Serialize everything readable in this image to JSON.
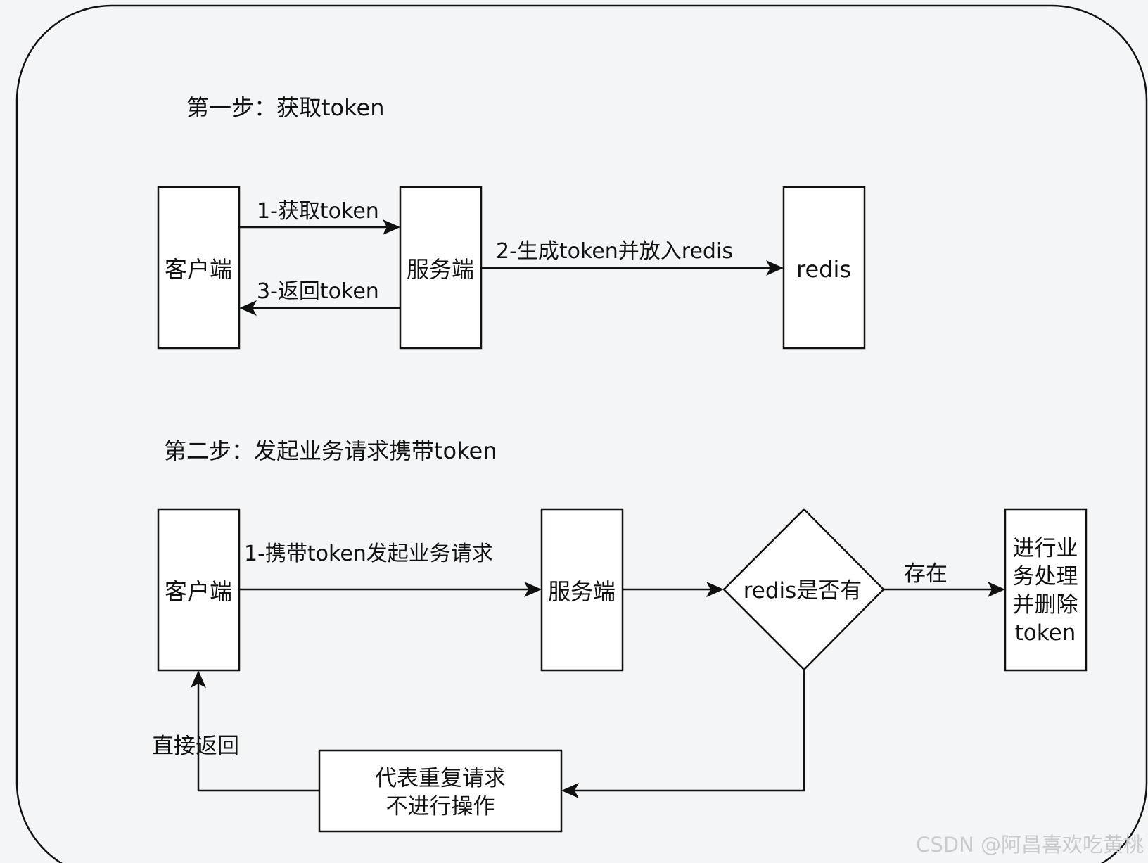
{
  "step1": {
    "title": "第一步：获取token",
    "nodes": {
      "client": "客户端",
      "server": "服务端",
      "redis": "redis"
    },
    "edges": {
      "get_token": "1-获取token",
      "gen_token": "2-生成token并放入redis",
      "return_token": "3-返回token"
    }
  },
  "step2": {
    "title": "第二步：发起业务请求携带token",
    "nodes": {
      "client": "客户端",
      "server": "服务端",
      "decision": "redis是否有",
      "process": [
        "进行业",
        "务处理",
        "并删除",
        "token"
      ],
      "duplicate": [
        "代表重复请求",
        "不进行操作"
      ]
    },
    "edges": {
      "request": "1-携带token发起业务请求",
      "exists": "存在",
      "direct_return": "直接返回"
    }
  },
  "watermark": "CSDN @阿昌喜欢吃黄桃"
}
